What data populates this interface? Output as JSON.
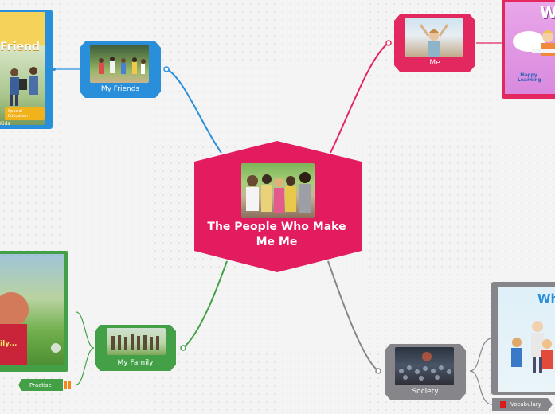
{
  "center": {
    "title": "The People Who Make Me Me"
  },
  "nodes": {
    "friends": {
      "label": "My Friends"
    },
    "me": {
      "label": "Me"
    },
    "family": {
      "label": "My Family"
    },
    "society": {
      "label": "Society"
    }
  },
  "cards": {
    "friends_book": {
      "title": "Friend",
      "badge": "Special Education",
      "caption": "Kids"
    },
    "family_video": {
      "caption": "ily..."
    },
    "society_book": {
      "title": "Wh"
    },
    "me_book": {
      "title": "W",
      "logo": "Happy Learning"
    }
  },
  "tags": {
    "practise": {
      "label": "Practise"
    },
    "vocabulary": {
      "label": "Vocabulary"
    }
  },
  "colors": {
    "center": "#e31b5f",
    "me": "#e3275f",
    "friends": "#2a8fdb",
    "family": "#43a047",
    "society": "#86868a"
  }
}
